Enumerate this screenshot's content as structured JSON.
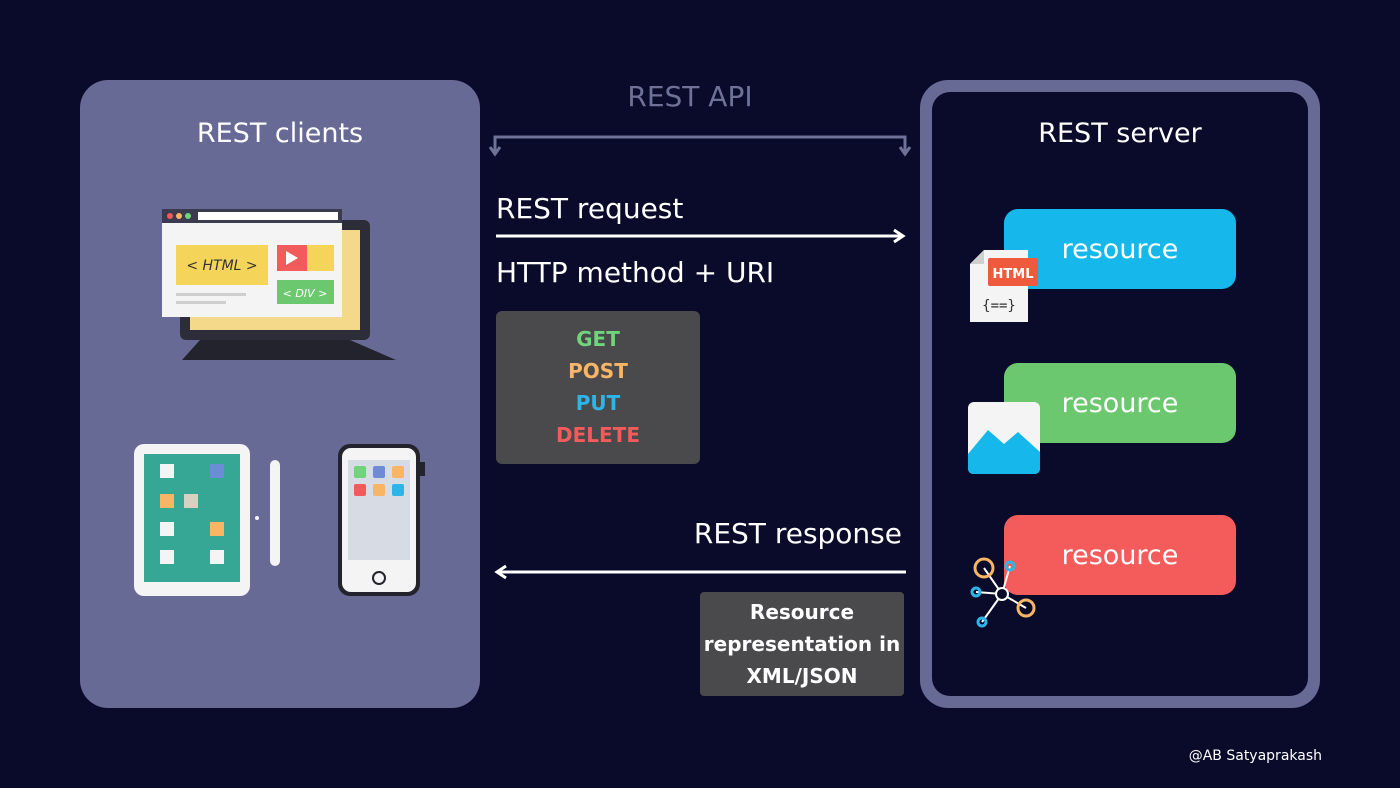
{
  "api_label": "REST API",
  "clients": {
    "title": "REST clients"
  },
  "server": {
    "title": "REST server"
  },
  "request": {
    "label": "REST request",
    "method_label": "HTTP method + URI"
  },
  "methods": [
    "GET",
    "POST",
    "PUT",
    "DELETE"
  ],
  "response": {
    "label": "REST response",
    "representation": [
      "Resource",
      "representation in",
      "XML/JSON"
    ]
  },
  "resources": [
    "resource",
    "resource",
    "resource"
  ],
  "illustrations": {
    "laptop_html": "< HTML >",
    "laptop_div": "< DIV >",
    "html_file": "HTML"
  },
  "credit": "@AB Satyaprakash",
  "colors": {
    "background": "#0a0b2a",
    "panel": "#686a96",
    "get": "#6fd47b",
    "post": "#f8b566",
    "put": "#2fb4e8",
    "delete": "#f25b5b",
    "resource_blue": "#16b8ec",
    "resource_green": "#6bc86e",
    "resource_red": "#f45b5b"
  }
}
